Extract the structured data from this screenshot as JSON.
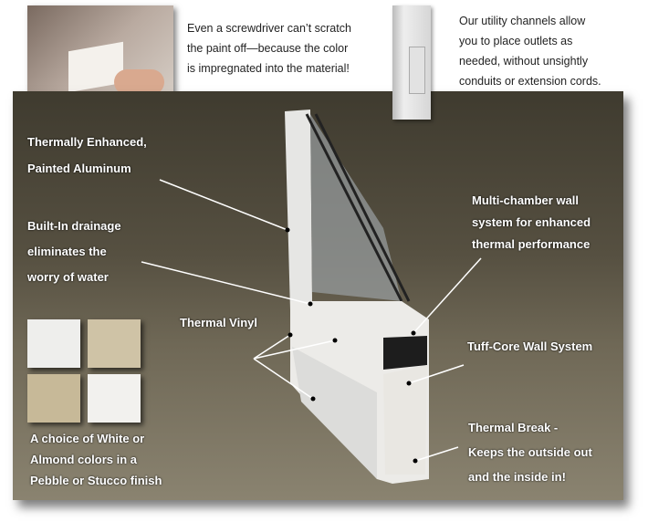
{
  "top": {
    "scratch_caption": [
      "Even a screwdriver can’t scratch",
      "the paint off—because the color",
      "is impregnated into the material!"
    ],
    "outlet_caption": [
      "Our utility channels allow",
      "you to place outlets as",
      "needed, without unsightly",
      "conduits or extension cords."
    ]
  },
  "labels": {
    "aluminum": [
      "Thermally Enhanced,",
      "Painted Aluminum"
    ],
    "drainage": [
      "Built-In drainage",
      "eliminates the",
      "worry of water"
    ],
    "vinyl": "Thermal Vinyl",
    "multichamber": [
      "Multi-chamber wall",
      "system for enhanced",
      "thermal performance"
    ],
    "tuffcore": "Tuff-Core Wall System",
    "thermal_break": [
      "Thermal Break -",
      "Keeps the outside out",
      "and the inside in!"
    ],
    "finish": [
      "A choice of White or",
      "Almond colors in a",
      "Pebble or Stucco finish"
    ]
  },
  "swatches": [
    "#eeeeec",
    "#cfc3a6",
    "#c7b998",
    "#f2f1ee"
  ]
}
